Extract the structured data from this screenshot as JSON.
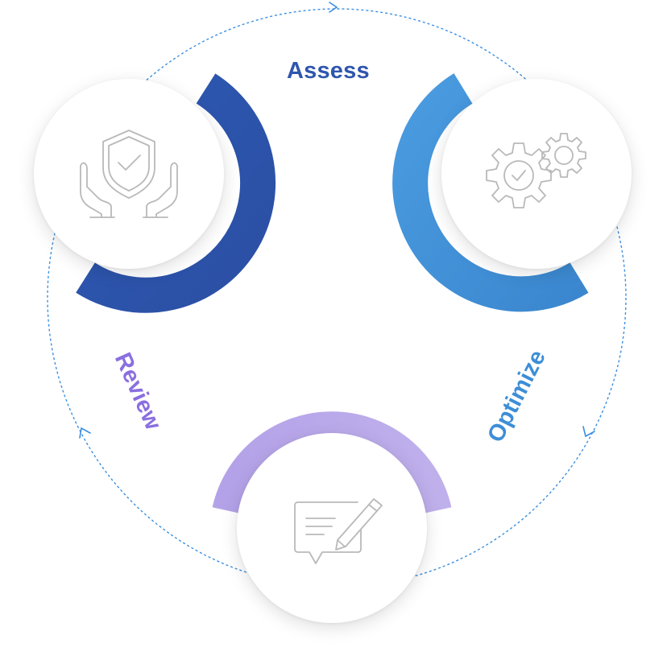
{
  "stages": [
    {
      "id": "assess",
      "label": "Assess",
      "color": "#2f56ad",
      "icon": "shield-hands-icon"
    },
    {
      "id": "optimize",
      "label": "Optimize",
      "color": "#3d8ed6",
      "icon": "gears-icon"
    },
    {
      "id": "review",
      "label": "Review",
      "color": "#8a6fe0",
      "icon": "chat-pencil-icon"
    }
  ],
  "colors": {
    "arc_assess": "#2f56ad",
    "arc_optimize": "#3f93d6",
    "arc_review": "#b7a9e8",
    "cycle_dots": "#3b8fe0",
    "icon_stroke": "#b9b9b9"
  }
}
